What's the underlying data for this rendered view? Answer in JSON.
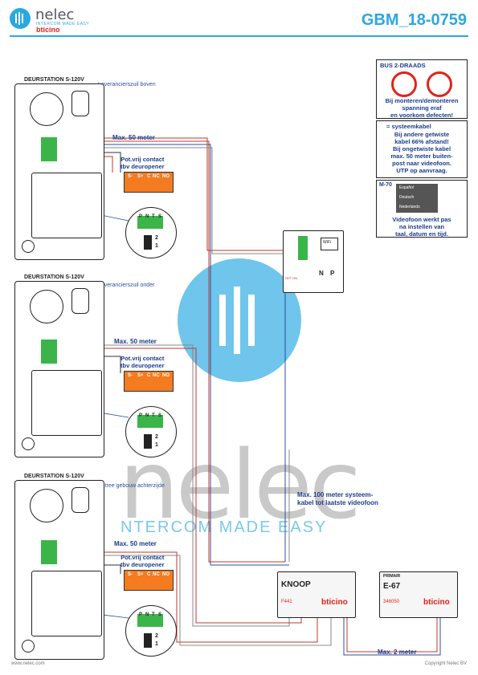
{
  "header": {
    "brand": "nelec",
    "tagline": "INTERCOM MADE EASY",
    "partner": "bticino",
    "doc_id": "GBM_18-0759"
  },
  "stations": [
    {
      "title": "DEURSTATION S-120V",
      "location": "Leverancierszuil boven",
      "max": "Max. 50 meter",
      "contact": "Pot.vrij contact\ntbv deuropener"
    },
    {
      "title": "DEURSTATION S-120V",
      "location": "Leverancierszuil onder",
      "max": "Max. 50 meter",
      "contact": "Pot.vrij contact\ntbv deuropener"
    },
    {
      "title": "DEURSTATION S-120V",
      "location": "Entree gebouw achterzijde",
      "max": "Max. 50 meter",
      "contact": "Pot.vrij contact\ntbv deuropener"
    }
  ],
  "terminal_labels": [
    "S-",
    "S+",
    "C",
    "NC",
    "NO"
  ],
  "plug_labels": [
    "P",
    "N",
    "T",
    "S"
  ],
  "switch_labels": [
    "2",
    "1"
  ],
  "info": {
    "bus_title": "BUS 2-DRAADS",
    "bus_text": "Bij monteren/demonteren\nspanning eraf\nen voorkom defecten!",
    "cable_title": "= systeemkabel",
    "cable_text": "Bij andere getwiste\nkabel 66% afstand!\nBij ongetwiste kabel\nmax. 50 meter buiten-\npost naar videofoon.\nUTP op aanvraag.",
    "m70_title": "M-70",
    "languages": [
      "Español",
      "Deutsch",
      "Nederlands"
    ],
    "m70_text": "Videofoon werkt pas\nna instellen van\ntaal, datum en tijd."
  },
  "videophone": {
    "wifi": "WiFi",
    "n": "N",
    "p": "P",
    "off_on": "OFF ON"
  },
  "max100": "Max. 100 meter systeem-\nkabel tot laatste videofoon",
  "max2": "Max. 2 meter",
  "knoop": {
    "name": "KNOOP",
    "code": "F441",
    "brand": "bticino"
  },
  "e67": {
    "name": "E-67",
    "code": "346050",
    "brand": "bticino",
    "primair": "PRIMAIR"
  },
  "footer": {
    "left": "www.nelec.com",
    "right": "Copyright Nelec BV"
  },
  "watermark": {
    "big": "nelec",
    "sub": "NTERCOM MADE EASY"
  }
}
